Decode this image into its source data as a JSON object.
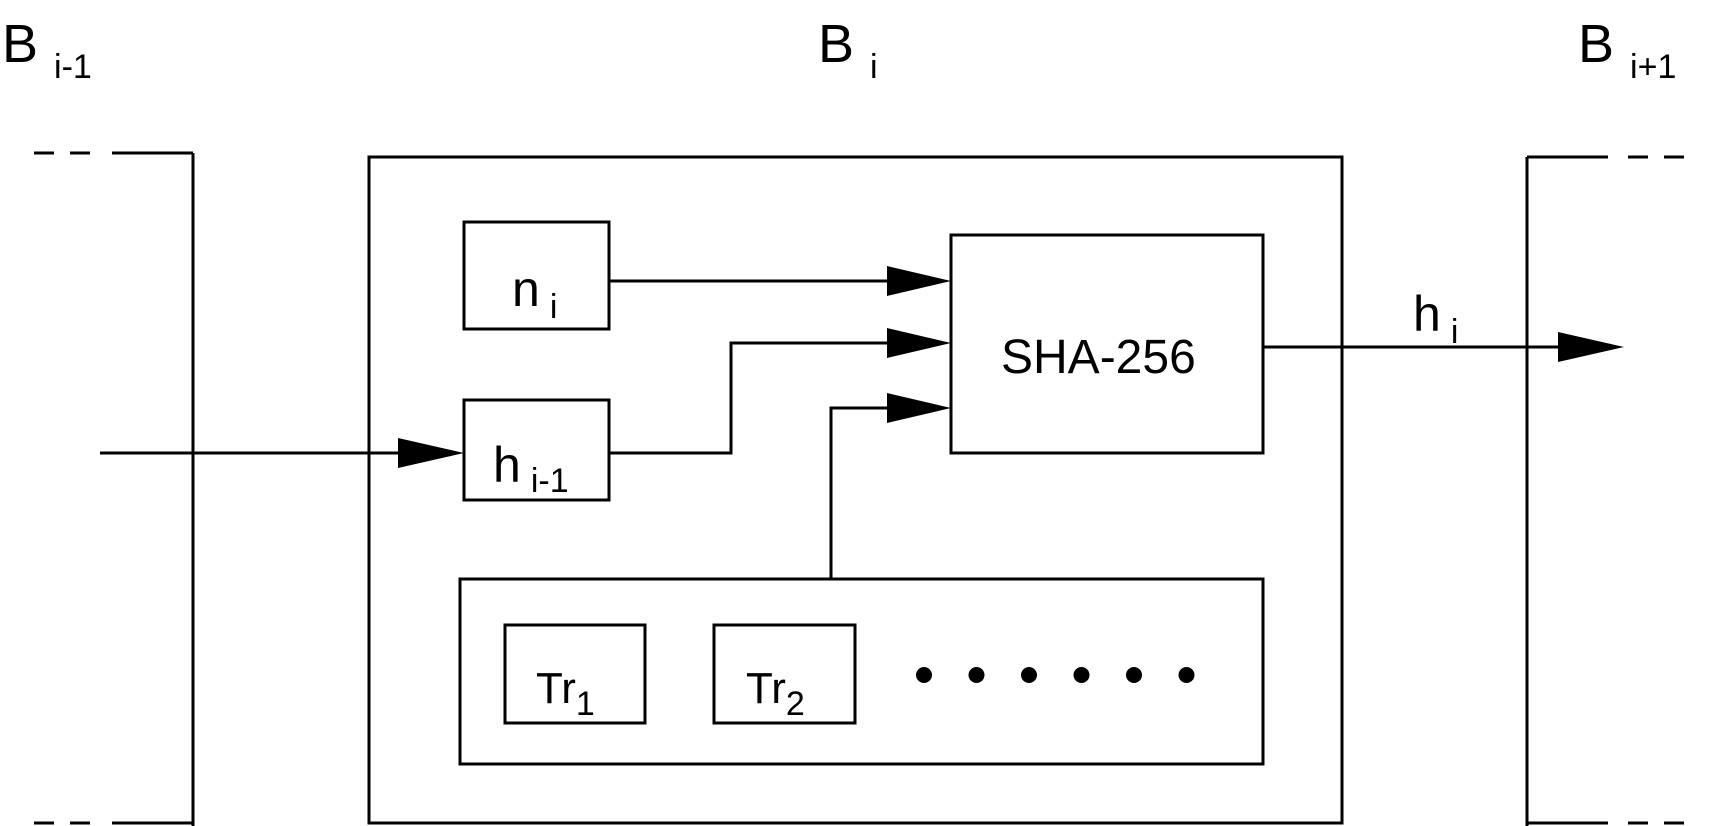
{
  "blocks": {
    "prev": {
      "base": "B",
      "sub": "i-1"
    },
    "curr": {
      "base": "B",
      "sub": "i"
    },
    "next": {
      "base": "B",
      "sub": "i+1"
    }
  },
  "nodes": {
    "nonce": {
      "base": "n",
      "sub": "i"
    },
    "prev_hash": {
      "base": "h",
      "sub": "i-1"
    },
    "hash_fn": "SHA-256",
    "output_hash": {
      "base": "h",
      "sub": "i"
    },
    "transactions": [
      {
        "base": "Tr",
        "sub": "1"
      },
      {
        "base": "Tr",
        "sub": "2"
      }
    ],
    "ellipsis_dot_count": 6
  },
  "colors": {
    "stroke": "#000000",
    "background": "#ffffff"
  }
}
